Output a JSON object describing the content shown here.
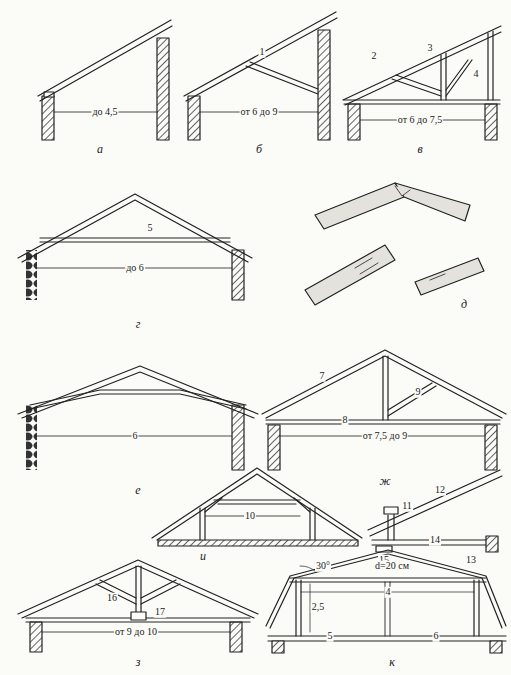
{
  "diagram": {
    "labels": [
      "до 4,5",
      "а",
      "1",
      "от 6 до 9",
      "б",
      "2",
      "3",
      "4",
      "от 6 до 7,5",
      "в",
      "5",
      "до 6",
      "г",
      "д",
      "6",
      "е",
      "7",
      "9",
      "8",
      "от 7,5 до 9",
      "ж",
      "10",
      "и",
      "12",
      "11",
      "15",
      "14",
      "13",
      "16",
      "17",
      "от 9 до 10",
      "з",
      "30°",
      "d=20 см",
      "2,5",
      "4",
      "5",
      "6",
      "к"
    ]
  }
}
